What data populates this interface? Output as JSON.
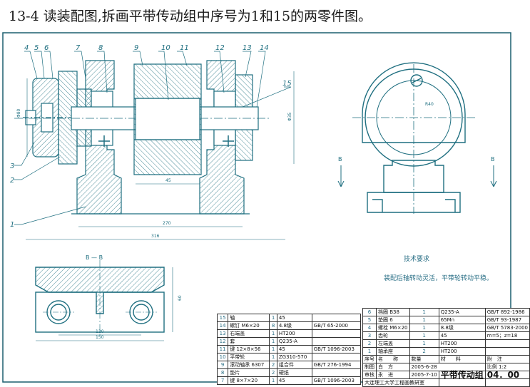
{
  "title": "13-4 读装配图,拆画平带传动组中序号为1和15的两零件图。",
  "balloons": [
    "1",
    "2",
    "3",
    "4",
    "5",
    "6",
    "7",
    "8",
    "9",
    "10",
    "11",
    "12",
    "13",
    "14",
    "15"
  ],
  "dims": {
    "d80": "Φ80",
    "d35": "Φ35",
    "d45": "45",
    "d270": "270",
    "d316": "316",
    "d120": "120",
    "d60": "60",
    "d150": "150",
    "r40": "R40"
  },
  "section_label": "B — B",
  "view_label": "B",
  "notes": {
    "heading": "技术要求",
    "line1": "装配后轴转动灵活，平带轮转动平稳。"
  },
  "parts_left": [
    {
      "no": "15",
      "name": "轴",
      "qty": "1",
      "mat": "45",
      "std": ""
    },
    {
      "no": "14",
      "name": "螺钉 M6×20",
      "qty": "8",
      "mat": "4.8级",
      "std": "GB/T 65-2000"
    },
    {
      "no": "13",
      "name": "右端盖",
      "qty": "1",
      "mat": "HT200",
      "std": ""
    },
    {
      "no": "12",
      "name": "套",
      "qty": "1",
      "mat": "Q235-A",
      "std": ""
    },
    {
      "no": "11",
      "name": "键 12×8×56",
      "qty": "1",
      "mat": "45",
      "std": "GB/T 1096-2003"
    },
    {
      "no": "10",
      "name": "平带轮",
      "qty": "1",
      "mat": "ZG310-570",
      "std": ""
    },
    {
      "no": "9",
      "name": "滚动轴承 6307",
      "qty": "2",
      "mat": "组合件",
      "std": "GB/T 276-1994"
    },
    {
      "no": "8",
      "name": "垫片",
      "qty": "2",
      "mat": "硬纸",
      "std": ""
    },
    {
      "no": "7",
      "name": "键 8×7×20",
      "qty": "1",
      "mat": "45",
      "std": "GB/T 1096-2003"
    }
  ],
  "parts_right": [
    {
      "no": "6",
      "name": "挡圈 B38",
      "qty": "1",
      "mat": "Q235-A",
      "std": "GB/T 892-1986"
    },
    {
      "no": "5",
      "name": "垫圈 6",
      "qty": "1",
      "mat": "65Mn",
      "std": "GB/T 93-1987"
    },
    {
      "no": "4",
      "name": "螺栓 M6×20",
      "qty": "1",
      "mat": "8.8级",
      "std": "GB/T 5783-2000"
    },
    {
      "no": "3",
      "name": "齿轮",
      "qty": "1",
      "mat": "45",
      "std": "m=5；z=18"
    },
    {
      "no": "2",
      "name": "左端盖",
      "qty": "1",
      "mat": "HT200",
      "std": ""
    },
    {
      "no": "1",
      "name": "轴承座",
      "qty": "2",
      "mat": "HT200",
      "std": ""
    }
  ],
  "header_right": {
    "no": "序号",
    "name": "名　　称",
    "qty": "数量",
    "mat": "材　　料",
    "std": "附　注"
  },
  "title_block": {
    "drawn": "制图",
    "drawn_name": "白　方",
    "drawn_date": "2005-6-28",
    "checked": "审核",
    "checked_name": "永　进",
    "checked_date": "2005-7-10",
    "assembly": "平带传动组",
    "scale_label": "比例",
    "scale": "1:2",
    "drawing_no": "04．00",
    "school": "大连理工大学工程画教研室"
  }
}
